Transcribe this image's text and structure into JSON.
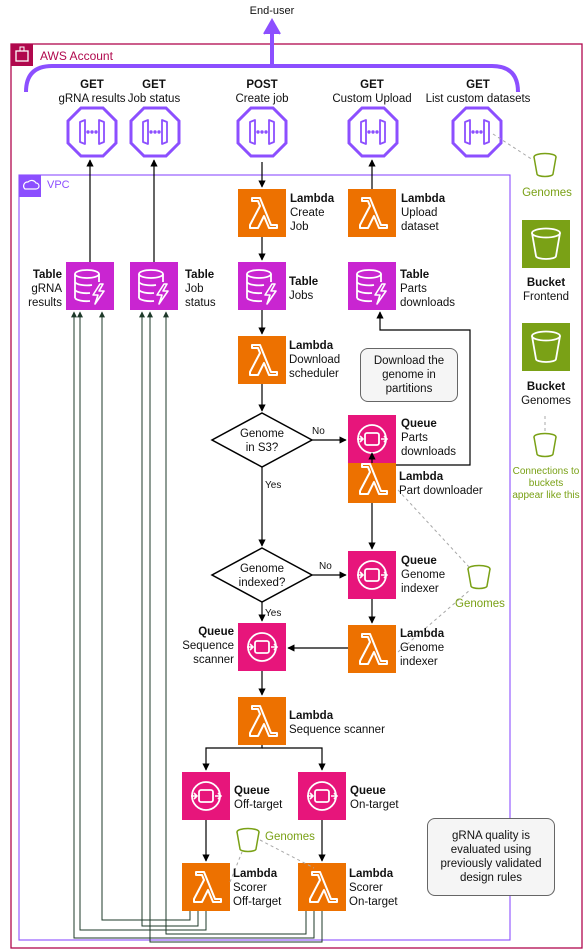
{
  "end_user": "End-user",
  "aws_account": "AWS Account",
  "vpc": "VPC",
  "api": [
    {
      "method": "GET",
      "path": "gRNA results"
    },
    {
      "method": "GET",
      "path": "Job status"
    },
    {
      "method": "POST",
      "path": "Create job"
    },
    {
      "method": "GET",
      "path": "Custom Upload"
    },
    {
      "method": "GET",
      "path": "List custom datasets"
    }
  ],
  "lambdas": {
    "create_job": {
      "type": "Lambda",
      "l1": "Create",
      "l2": "Job"
    },
    "upload": {
      "type": "Lambda",
      "l1": "Upload",
      "l2": "dataset"
    },
    "download_scheduler": {
      "type": "Lambda",
      "l1": "Download",
      "l2": "scheduler"
    },
    "part_downloader": {
      "type": "Lambda",
      "l1": "Part downloader"
    },
    "genome_indexer": {
      "type": "Lambda",
      "l1": "Genome",
      "l2": "indexer"
    },
    "sequence_scanner": {
      "type": "Lambda",
      "l1": "Sequence scanner"
    },
    "scorer_off": {
      "type": "Lambda",
      "l1": "Scorer",
      "l2": "Off-target"
    },
    "scorer_on": {
      "type": "Lambda",
      "l1": "Scorer",
      "l2": "On-target"
    }
  },
  "tables": {
    "grna": {
      "type": "Table",
      "l1": "gRNA",
      "l2": "results"
    },
    "job_status": {
      "type": "Table",
      "l1": "Job",
      "l2": "status"
    },
    "jobs": {
      "type": "Table",
      "l1": "Jobs"
    },
    "parts": {
      "type": "Table",
      "l1": "Parts",
      "l2": "downloads"
    }
  },
  "queues": {
    "parts": {
      "type": "Queue",
      "l1": "Parts",
      "l2": "downloads"
    },
    "genome_indexer": {
      "type": "Queue",
      "l1": "Genome",
      "l2": "indexer"
    },
    "sequence_scanner": {
      "type": "Queue",
      "l1": "Sequence",
      "l2": "scanner"
    },
    "off_target": {
      "type": "Queue",
      "l1": "Off-target"
    },
    "on_target": {
      "type": "Queue",
      "l1": "On-target"
    }
  },
  "decisions": {
    "genome_s3": {
      "l1": "Genome",
      "l2": "in S3?",
      "no": "No",
      "yes": "Yes"
    },
    "genome_indexed": {
      "l1": "Genome",
      "l2": "indexed?",
      "no": "No",
      "yes": "Yes"
    }
  },
  "buckets": {
    "genomes_label": "Genomes",
    "frontend": {
      "type": "Bucket",
      "l1": "Frontend"
    },
    "genomes": {
      "type": "Bucket",
      "l1": "Genomes"
    },
    "legend": "Connections to\nbuckets\nappear like this"
  },
  "notes": {
    "download": "Download the\ngenome in\npartitions",
    "quality": "gRNA quality is\nevaluated using\npreviously validated\ndesign rules"
  },
  "colors": {
    "lambda": "#ed7100",
    "dynamo": "#c925d1",
    "queue": "#e7157b",
    "api": "#8c4fff",
    "s3": "#7aa116",
    "account": "#b0084d"
  }
}
